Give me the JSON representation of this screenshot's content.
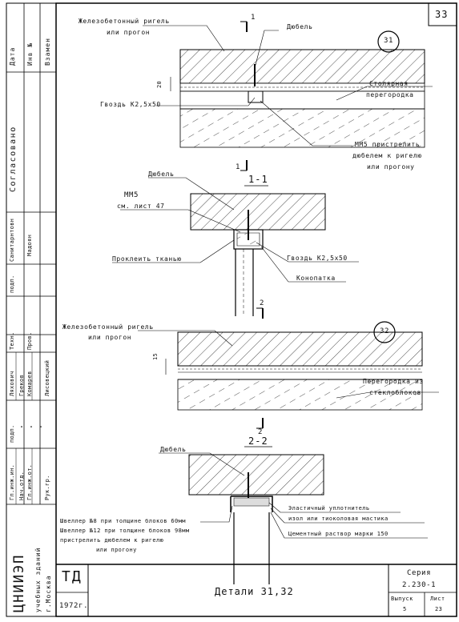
{
  "sheet": {
    "number": "33",
    "title": "Детали 31,32",
    "series_label": "Серия",
    "series_value": "2.230-1",
    "issue_label": "Выпуск",
    "issue_value": "5",
    "sheet_label": "Лист",
    "sheet_value": "23",
    "td": "ТД",
    "year": "1972г."
  },
  "stamp": {
    "org": "ЦНИИЭП",
    "org_sub": "учебных зданий",
    "city": "г.Москва",
    "roles": [
      "Гл.инж.ин.",
      "Нач.отд.",
      "Гл.инж.от.",
      "Рук.гр."
    ],
    "ditto": [
      "\"",
      "\"",
      "\""
    ],
    "podp1": "подп.",
    "names": [
      "Ляхович",
      "Греков",
      "Комарев",
      "Лисовецкий"
    ],
    "tekh": "Техн.",
    "prov": "Пров.",
    "podp2": "подп.",
    "sanitary": "Санитарнтовн",
    "madoyan": "Мадоян",
    "soglasovano": "Согласовано",
    "date": "Дата",
    "inv": "Инв №",
    "vzamen": "Взамен"
  },
  "detail31": {
    "number": "31",
    "label_beam": "Железобетонный ригель",
    "label_beam2": "или прогон",
    "label_dowel": "Дюбель",
    "label_nail": "Гвоздь К2,5х50",
    "label_partition": "Столярная",
    "label_partition2": "перегородка",
    "label_mm": "ММ5 пристрелить",
    "label_mm2": "дюбелем к ригелю",
    "label_mm3": "или прогону",
    "dim": "20",
    "cut": "1"
  },
  "section11": {
    "title": "1-1",
    "label_dowel": "Дюбель",
    "label_mm": "ММ5",
    "label_mm_ref": "см. лист 47",
    "label_fabric": "Проклеить тканью",
    "label_nail": "Гвоздь К2,5х50",
    "label_caulk": "Конопатка"
  },
  "detail32": {
    "number": "32",
    "label_beam": "Железобетонный ригель",
    "label_beam2": "или прогон",
    "label_partition": "Перегородка из",
    "label_partition2": "стеклоблоков",
    "dim": "15",
    "cut": "2"
  },
  "section22": {
    "title": "2-2",
    "label_dowel": "Дюбель",
    "channel1": "Швеллер №8 при толщине блоков 60мм",
    "channel2": "Швеллер №12 при толщине блоков 98мм",
    "channel3": "пристрелить дюбелем к ригелю",
    "channel4": "или прогону",
    "seal": "Эластичный уплотнитель",
    "seal2": "изол или тиоколовая мастика",
    "mortar": "Цементный раствор марки 150"
  }
}
